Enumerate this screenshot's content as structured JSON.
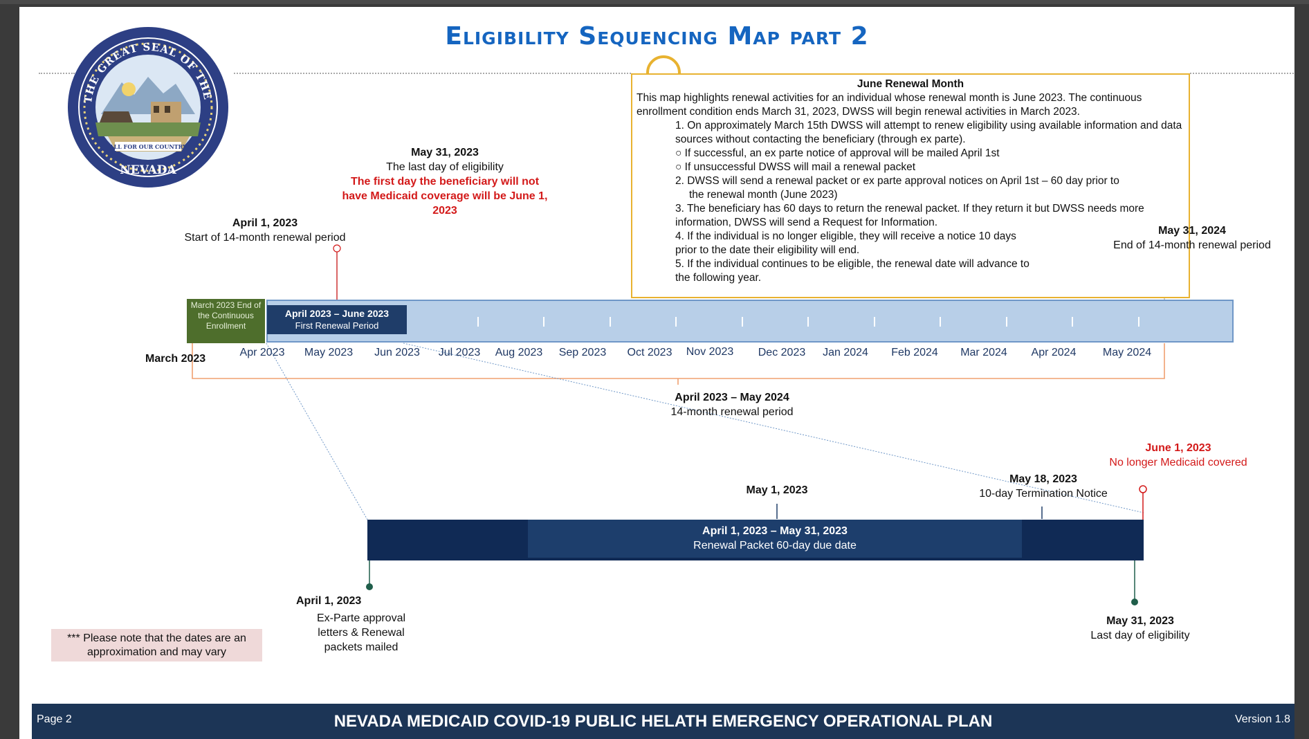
{
  "title": "Eligibility Sequencing Map part 2",
  "info_box": {
    "heading": "June Renewal Month",
    "intro": "This map highlights renewal activities for an individual whose renewal month is June 2023. The continuous enrollment condition ends March 31, 2023, DWSS will begin renewal activities in March 2023.",
    "item1": "1. On approximately March 15th DWSS will attempt to renew eligibility using available information and data sources without contacting the beneficiary (through ex parte).",
    "bullet1": "If successful, an ex parte notice of approval will be mailed April 1st",
    "bullet2": "If unsuccessful DWSS will mail a renewal packet",
    "item2a": "2. DWSS will send a renewal packet or ex parte approval notices on April 1st – 60 day prior to",
    "item2b": "the renewal month (June 2023)",
    "item3": "3. The beneficiary has 60 days to return the renewal packet. If they return it but DWSS needs more information, DWSS will send a Request for Information.",
    "item4": "4. If the individual is no longer eligible, they will receive a notice 10 days prior to the date their eligibility will end.",
    "item5": "5. If the individual continues to be eligible, the renewal date will advance to the following year."
  },
  "top_labels": {
    "may31_date": "May 31, 2023",
    "may31_desc": "The last day of eligibility",
    "may31_red": "The first day the beneficiary will not have Medicaid coverage will be June 1, 2023",
    "apr1_date": "April 1, 2023",
    "apr1_desc": "Start of 14-month renewal period",
    "may2024_date": "May 31, 2024",
    "may2024_desc": "End of 14-month renewal period"
  },
  "timeline": {
    "green_box": "March 2023 End of the Continuous Enrollment",
    "chip_title": "April 2023 – June 2023",
    "chip_sub": "First Renewal Period",
    "start_month": "March 2023",
    "months": [
      "Apr 2023",
      "May 2023",
      "Jun 2023",
      "Jul 2023",
      "Aug 2023",
      "Sep 2023",
      "Oct 2023",
      "Nov 2023",
      "Dec 2023",
      "Jan 2024",
      "Feb 2024",
      "Mar 2024",
      "Apr 2024",
      "May 2024"
    ],
    "bracket_title": "April 2023 – May 2024",
    "bracket_sub": "14-month renewal period"
  },
  "detail": {
    "june1_date": "June 1, 2023",
    "june1_desc": "No longer Medicaid covered",
    "may1_date": "May 1, 2023",
    "may18_date": "May 18, 2023",
    "may18_desc": "10-day Termination Notice",
    "bar_title": "April 1, 2023 – May 31, 2023",
    "bar_sub": "Renewal Packet 60-day due date",
    "apr1_date": "April 1, 2023",
    "apr1_desc": "Ex-Parte approval letters & Renewal packets mailed",
    "may31_date": "May 31, 2023",
    "may31_desc": "Last day of eligibility"
  },
  "note": "*** Please note that the dates are an approximation and may vary",
  "footer": {
    "page": "Page 2",
    "title": "NEVADA MEDICAID COVID-19 PUBLIC HELATH EMERGENCY OPERATIONAL PLAN",
    "version": "Version 1.8"
  },
  "seal": {
    "ring_text": "THE GREAT SEAL OF THE STATE OF",
    "state": "NEVADA",
    "motto": "ALL FOR OUR COUNTRY"
  },
  "colors": {
    "title_blue": "#1565c0",
    "timeline_light": "#b8cfe8",
    "timeline_dark": "#102a55",
    "green": "#4e6e2c",
    "red": "#d31919",
    "orange": "#f0a070",
    "gold": "#e8b230"
  }
}
